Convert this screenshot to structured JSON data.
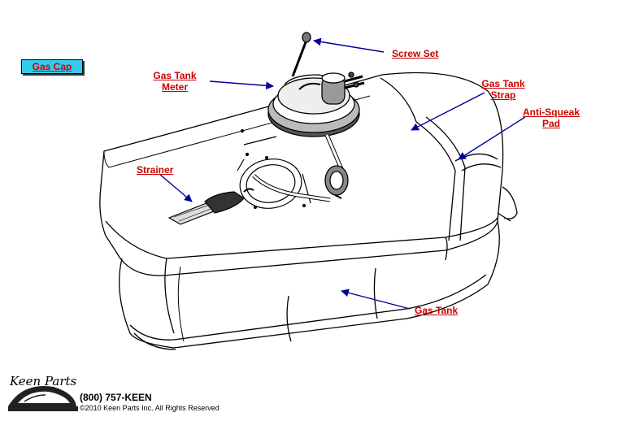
{
  "labels": {
    "gas_cap": "Gas Cap",
    "screw_set": "Screw Set",
    "meter_line1": "Gas Tank",
    "meter_line2": "Meter",
    "strap_line1": "Gas Tank",
    "strap_line2": "Strap",
    "antisqueak_line1": "Anti-Squeak",
    "antisqueak_line2": "Pad",
    "strainer": "Strainer",
    "gas_tank": "Gas Tank"
  },
  "footer": {
    "logo_text": "Keen Parts",
    "phone": "(800) 757-KEEN",
    "copyright": "©2010 Keen Parts Inc. All Rights Reserved"
  },
  "colors": {
    "label": "#cc0000",
    "arrow": "#000099",
    "button_bg": "#33ccee"
  }
}
